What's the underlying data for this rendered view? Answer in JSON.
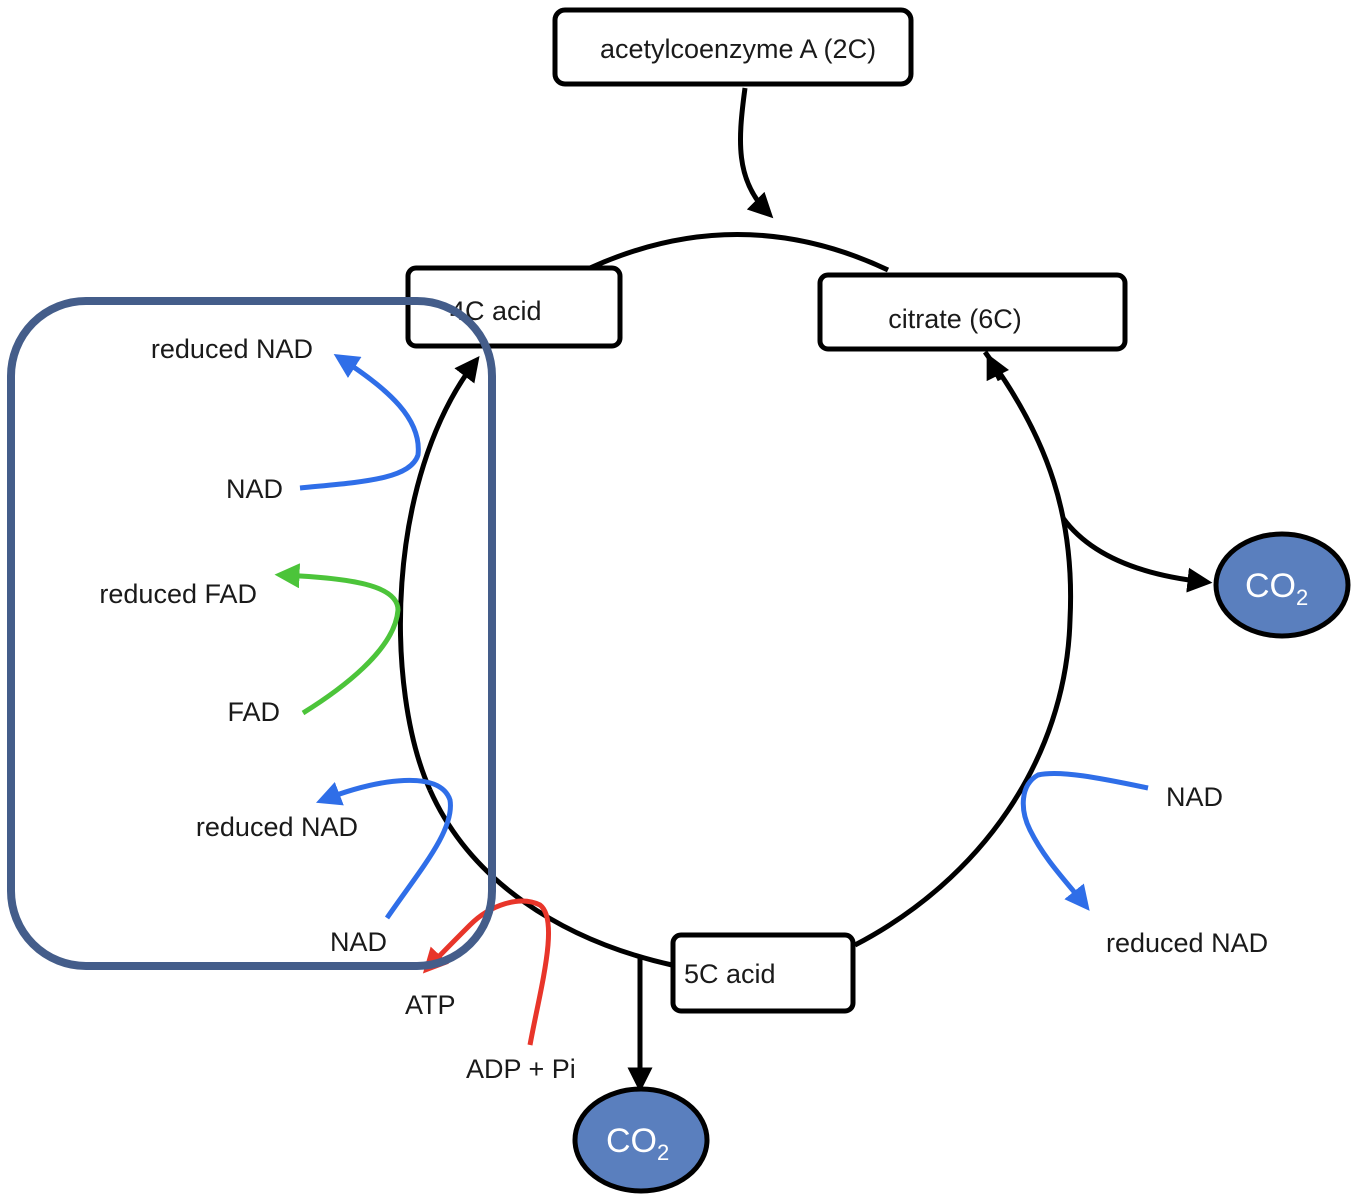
{
  "diagram": {
    "title": "Krebs cycle",
    "colors": {
      "cycle": "#000000",
      "nad_arrow": "#2f6ee8",
      "fad_arrow": "#4cc43a",
      "atp_arrow": "#e8352a",
      "co2_fill": "#5a7fbe",
      "highlight_frame": "#445d8a"
    },
    "nodes": {
      "acetyl": "acetylcoenzyme A (2C)",
      "c4": "4C acid",
      "citrate": "citrate (6C)",
      "c5": "5C acid"
    },
    "co2": {
      "main": "CO",
      "sub": "2"
    },
    "left_labels": {
      "reduced_nad_top": "reduced NAD",
      "nad_top": "NAD",
      "reduced_fad": "reduced FAD",
      "fad": "FAD",
      "reduced_nad_bottom": "reduced NAD",
      "nad_bottom": "NAD"
    },
    "right_labels": {
      "nad": "NAD",
      "reduced_nad": "reduced NAD"
    },
    "bottom_labels": {
      "atp": "ATP",
      "adp_pi": "ADP + Pi"
    }
  }
}
